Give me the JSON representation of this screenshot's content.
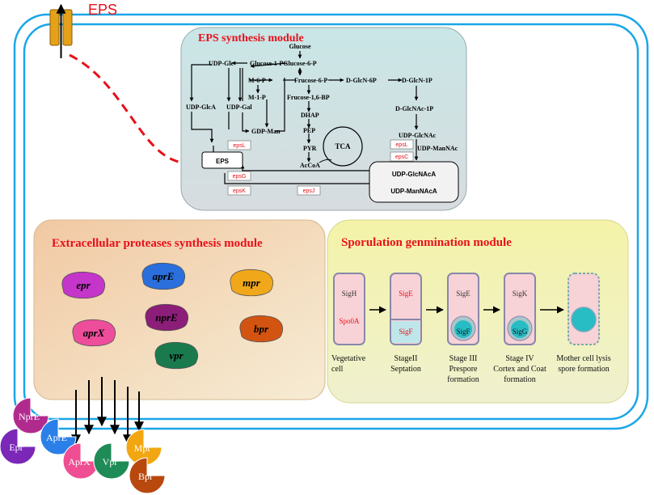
{
  "eps_label": "EPS",
  "modules": {
    "eps": {
      "title": "EPS synthesis module",
      "metabolites": {
        "glucose": "Glucose",
        "glucose_6p": "Glucose-6-P",
        "udp_glc": "UDP-Glc",
        "glucose_1p": "Glucose-1-P",
        "m_6p": "M-6-P",
        "fructose_6p": "Frucose-6-P",
        "d_glcn_6p": "D-GlcN-6P",
        "d_glcn_1p": "D-GlcN-1P",
        "m_1p": "M-1-P",
        "fructose_16bp": "Frucose-1,6-BP",
        "udp_glca": "UDP-GlcA",
        "udp_gal": "UDP-Gal",
        "d_glcnac_1p": "D-GlcNAc-1P",
        "dhap": "DHAP",
        "gdp_man": "GDP-Man",
        "pep": "PEP",
        "udp_glcnac": "UDP-GlcNAc",
        "pyr": "PYR",
        "tca": "TCA",
        "udp_mannac": "UDP-ManNAc",
        "acetyl_coa": "AcCoA",
        "eps_box": "EPS",
        "udp_glcnaca": "UDP-GlcNAcA",
        "udp_mannaca": "UDP-ManNAcA"
      },
      "genes": {
        "epsL_left": "epsL",
        "epsL_right": "epsL",
        "epsC": "epsC",
        "epsG": "epsG",
        "epsK": "epsK",
        "epsJ": "epsJ"
      }
    },
    "proteases": {
      "title": "Extracellular proteases synthesis module",
      "enzymes": [
        {
          "label": "epr",
          "color": "#c435c9"
        },
        {
          "label": "aprE",
          "color": "#2a6fdc"
        },
        {
          "label": "mpr",
          "color": "#f0a81a"
        },
        {
          "label": "nprE",
          "color": "#8c1d78"
        },
        {
          "label": "aprX",
          "color": "#ee4d9c"
        },
        {
          "label": "bpr",
          "color": "#d35410"
        },
        {
          "label": "vpr",
          "color": "#1a7a4e"
        }
      ]
    },
    "sporulation": {
      "title": "Sporulation genmination module",
      "stages": [
        {
          "top": "SigH",
          "bottom": "Spo0A",
          "caption": [
            "Vegetative",
            "cell"
          ]
        },
        {
          "top": "SigE",
          "bottom": "SigF",
          "caption": [
            "StageII",
            "Septation"
          ]
        },
        {
          "top": "SigE",
          "bottom": "SigF",
          "caption": [
            "Stage III",
            "Prespore",
            "formation"
          ]
        },
        {
          "top": "SigK",
          "bottom": "SigG",
          "caption": [
            "Stage IV",
            "Cortex and Coat",
            "formation"
          ]
        },
        {
          "top": "",
          "bottom": "",
          "caption": [
            "Mother cell lysis",
            "spore formation"
          ]
        }
      ]
    }
  },
  "secreted": [
    {
      "label": "NprE",
      "color": "#b12b8f"
    },
    {
      "label": "AprE",
      "color": "#2a7fe8"
    },
    {
      "label": "Epr",
      "color": "#7b27b8"
    },
    {
      "label": "AprX",
      "color": "#ef4f92"
    },
    {
      "label": "Vpr",
      "color": "#1f8b56"
    },
    {
      "label": "Mpr",
      "color": "#f2a712"
    },
    {
      "label": "Bpr",
      "color": "#b8480e"
    }
  ],
  "colors": {
    "membrane": "#1aa6e8",
    "eps_panel": "#cfe3e6",
    "protease_panel": "#f3d9b3",
    "spore_panel": "#f3f3b0",
    "title_red": "#e8101a",
    "cell_pink": "#f7d2d6",
    "spore_teal": "#28bcc4"
  }
}
